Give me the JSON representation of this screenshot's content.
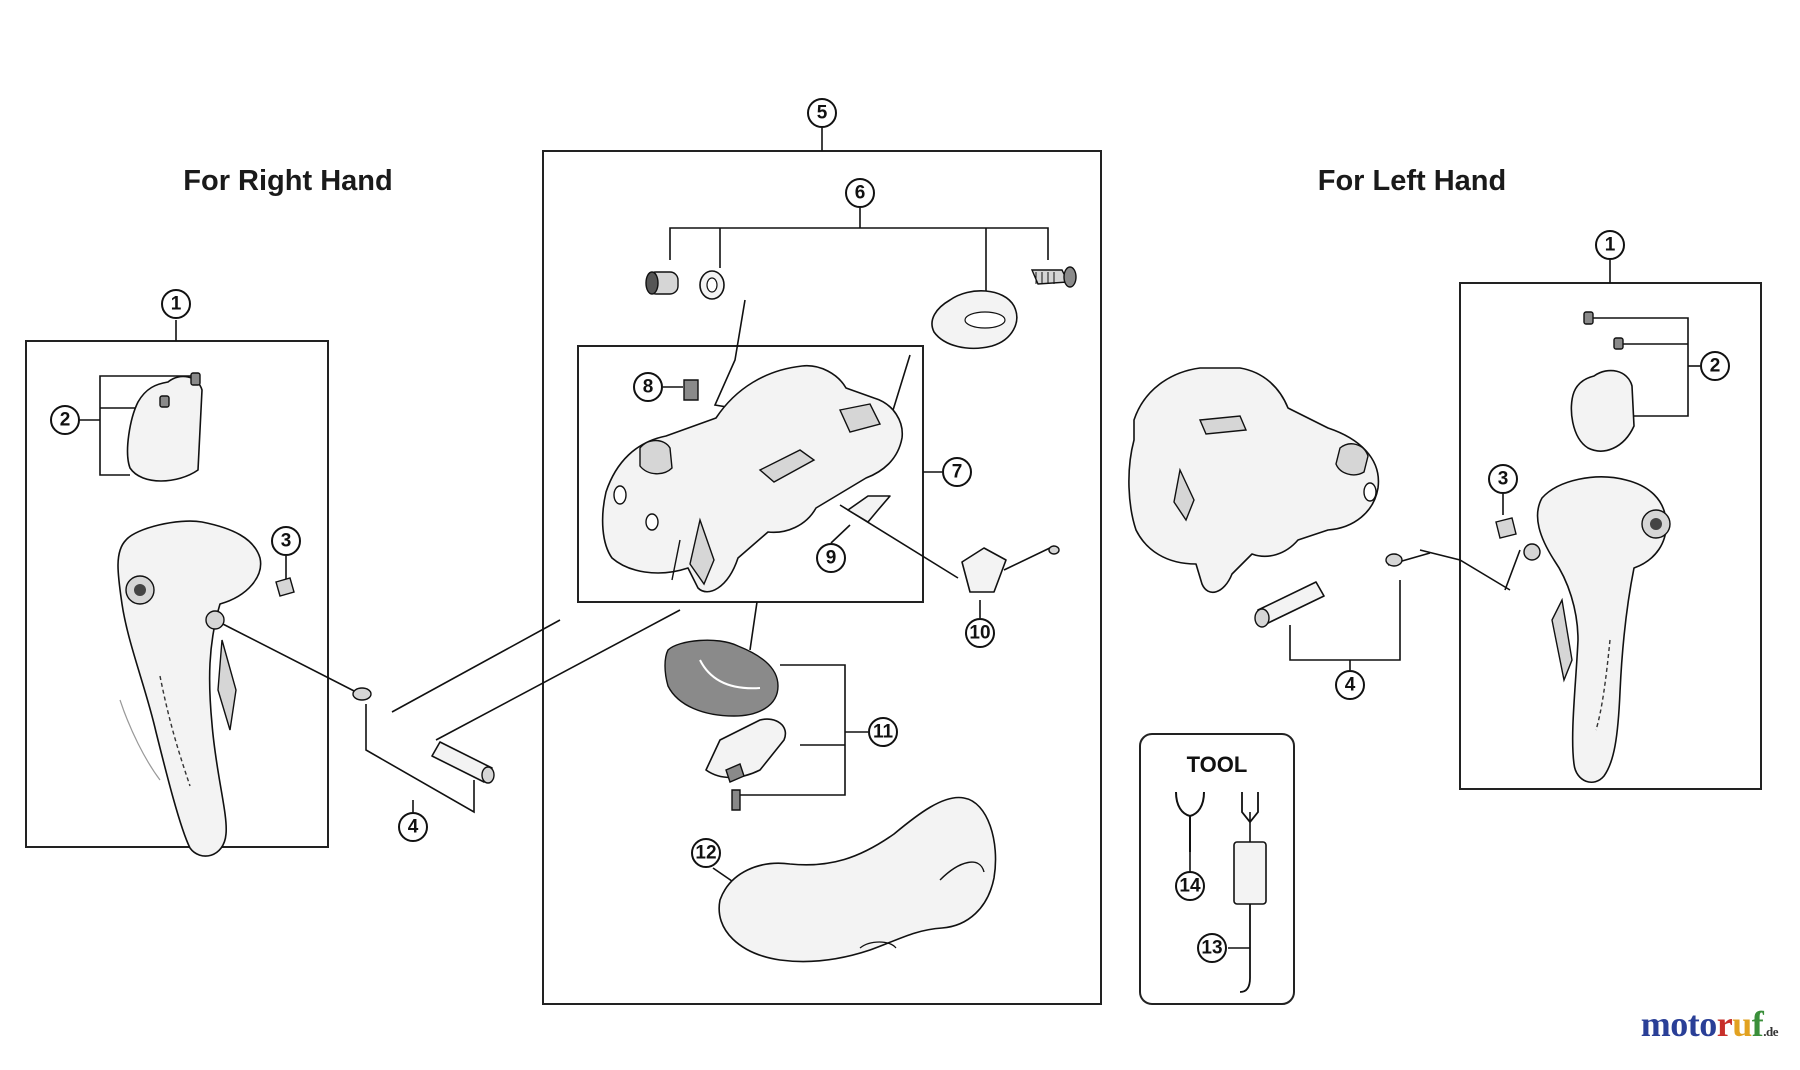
{
  "headings": {
    "right_hand": "For Right Hand",
    "left_hand": "For Left Hand"
  },
  "tool_box": {
    "title": "TOOL"
  },
  "callouts": {
    "c1_right": "1",
    "c2_right": "2",
    "c3_right": "3",
    "c4_right": "4",
    "c5": "5",
    "c6": "6",
    "c7": "7",
    "c8": "8",
    "c9": "9",
    "c10": "10",
    "c11": "11",
    "c12": "12",
    "c13": "13",
    "c14": "14",
    "c1_left": "1",
    "c2_left": "2",
    "c3_left": "3",
    "c4_left": "4"
  },
  "watermark": {
    "letters": [
      "m",
      "o",
      "t",
      "o",
      "r",
      "u",
      "f"
    ],
    "colors": [
      "#2a3f97",
      "#2a3f97",
      "#2a3f97",
      "#2a3f97",
      "#c7302b",
      "#e2a221",
      "#3a8f3a"
    ],
    "suffix": ".de"
  }
}
